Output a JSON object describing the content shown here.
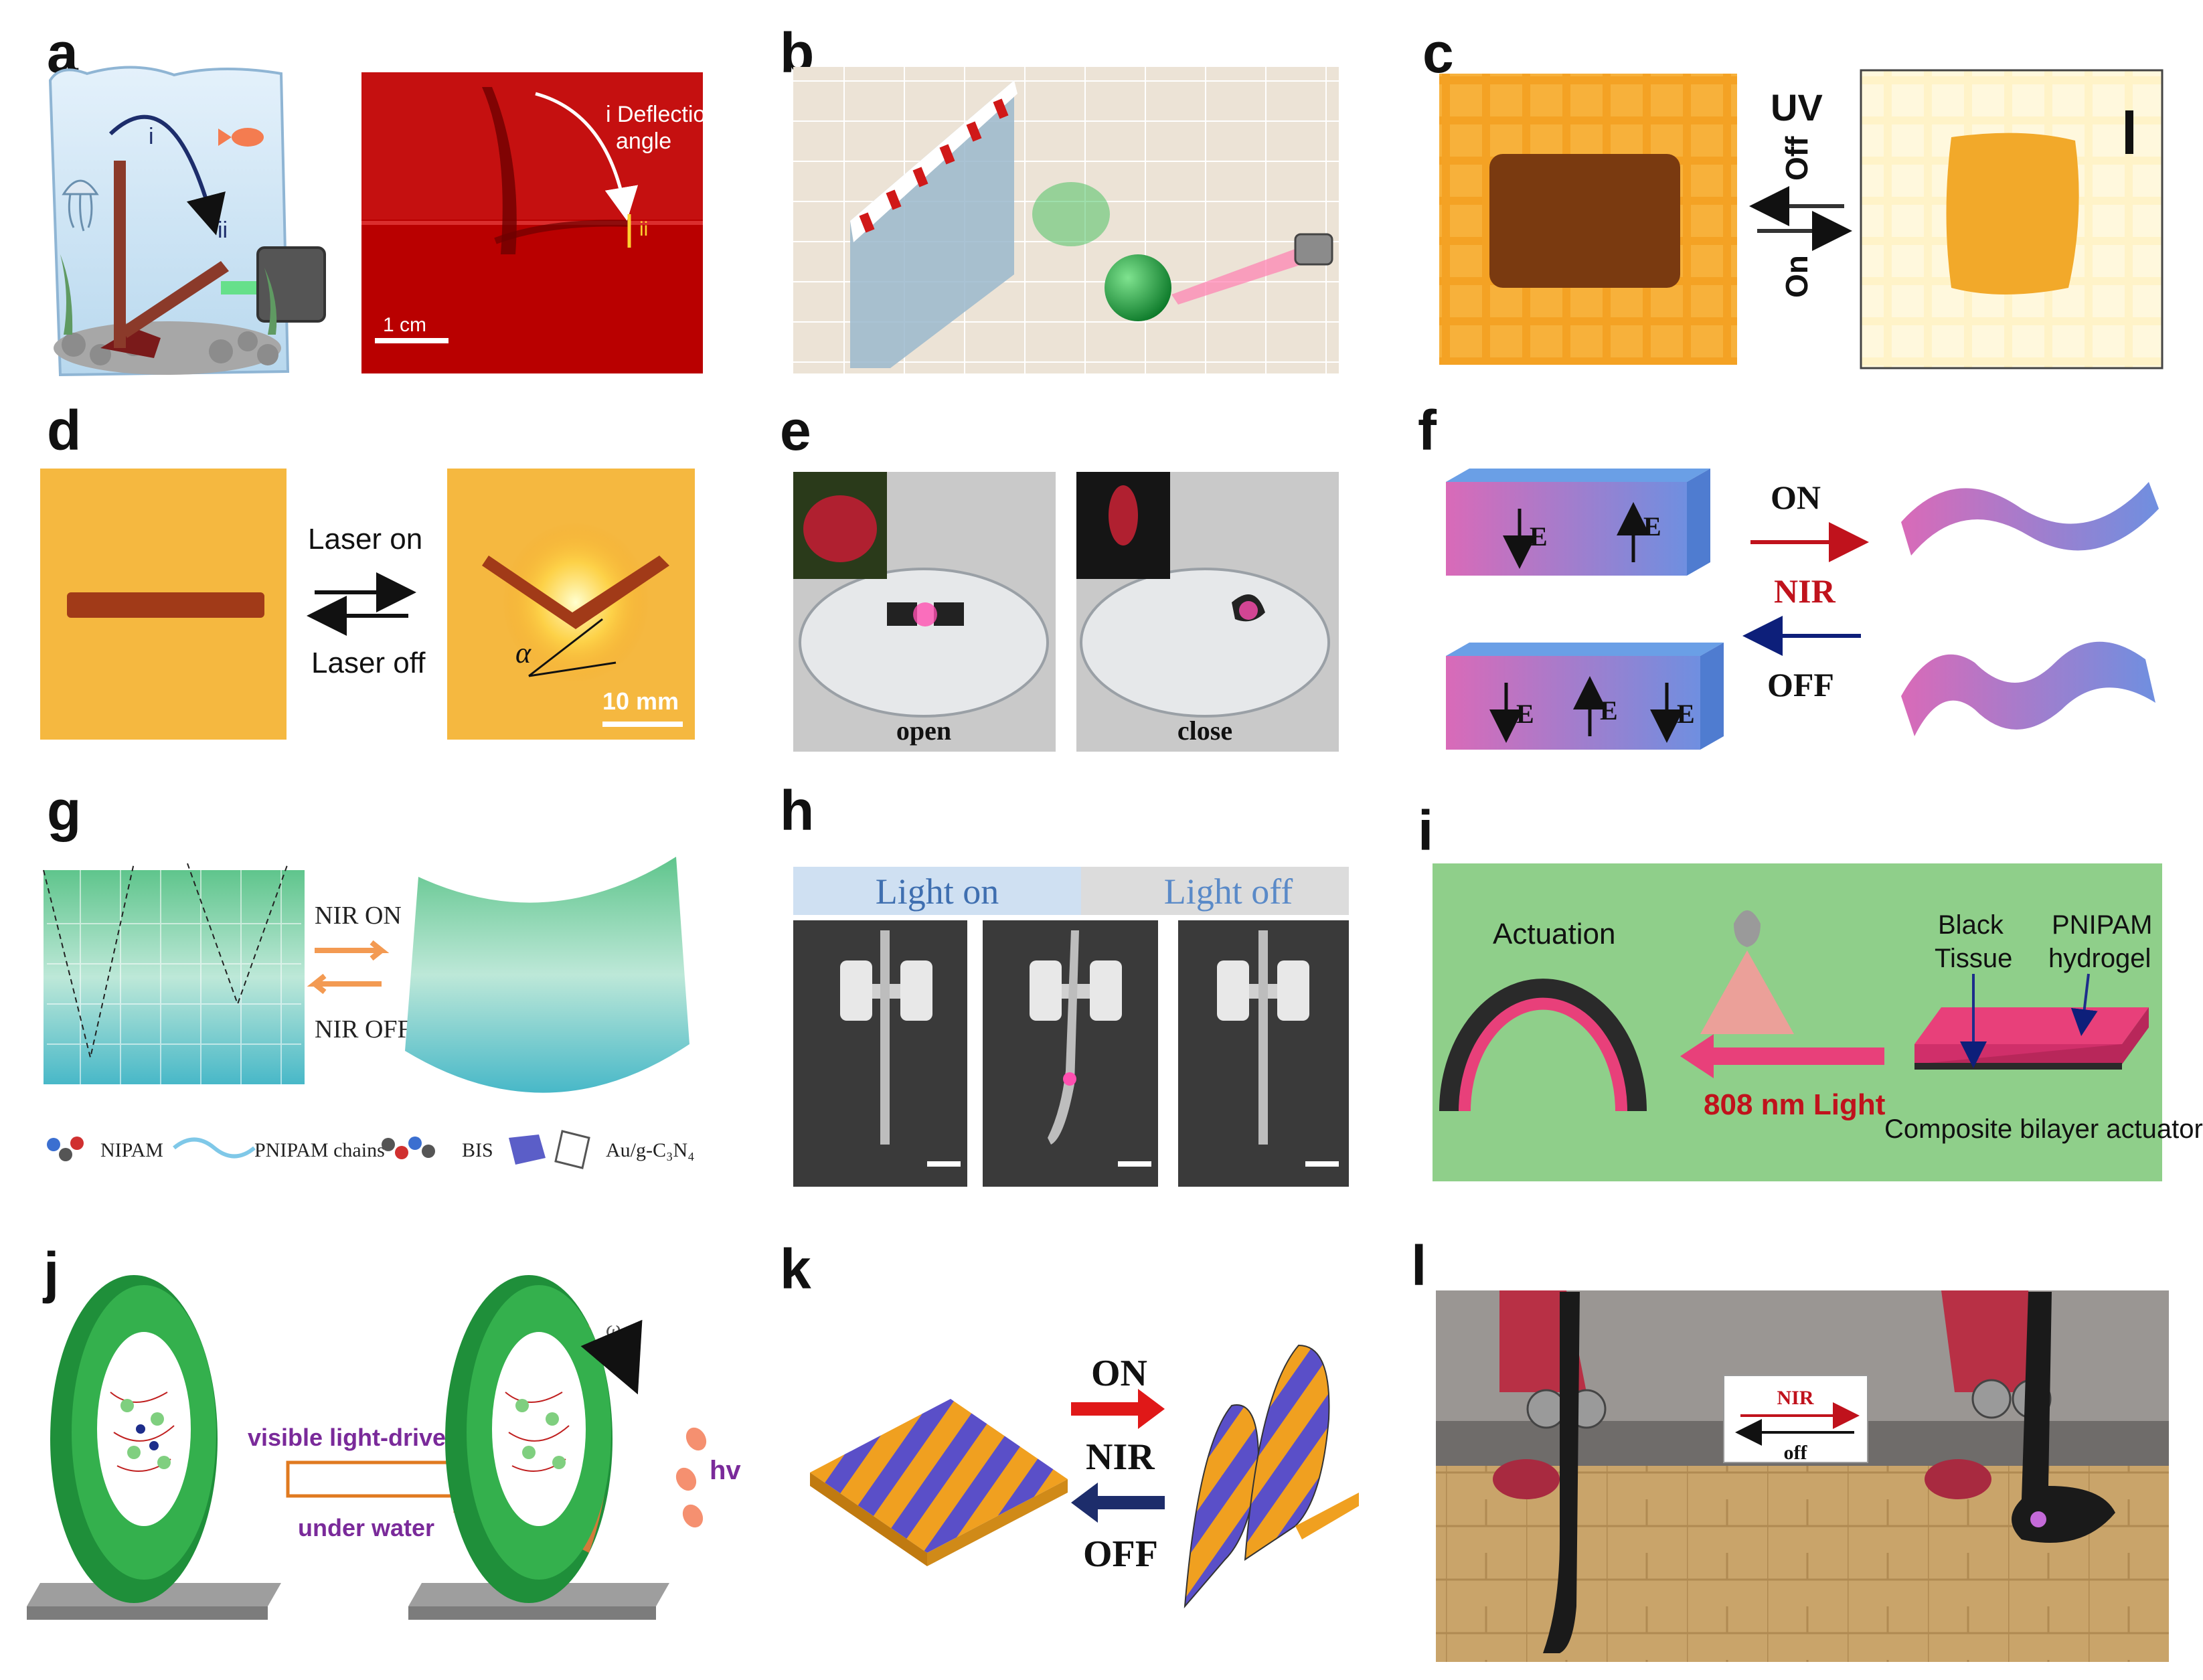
{
  "panels": [
    {
      "id": "a",
      "label": "a",
      "texts": {
        "arc_i": "i",
        "arc_ii": "ii",
        "deflection": "i Deflection",
        "angle": "angle",
        "ii_marker": "ii",
        "scale": "1 cm"
      }
    },
    {
      "id": "b",
      "label": "b"
    },
    {
      "id": "c",
      "label": "c",
      "texts": {
        "uv": "UV",
        "off": "Off",
        "on": "On"
      }
    },
    {
      "id": "d",
      "label": "d",
      "texts": {
        "laser_on": "Laser on",
        "laser_off": "Laser off",
        "alpha": "α",
        "scale": "10 mm"
      }
    },
    {
      "id": "e",
      "label": "e",
      "texts": {
        "open": "open",
        "close": "close"
      }
    },
    {
      "id": "f",
      "label": "f",
      "texts": {
        "on": "ON",
        "nir": "NIR",
        "off": "OFF",
        "e": "E"
      }
    },
    {
      "id": "g",
      "label": "g",
      "texts": {
        "nir_on": "NIR ON",
        "nir_off": "NIR OFF",
        "nipam": "NIPAM",
        "chains": "PNIPAM chains",
        "bis": "BIS",
        "au": "Au/g-C₃N₄"
      }
    },
    {
      "id": "h",
      "label": "h",
      "texts": {
        "light_on": "Light on",
        "light_off": "Light off"
      }
    },
    {
      "id": "i",
      "label": "i",
      "texts": {
        "actuation": "Actuation",
        "black": "Black",
        "tissue": "Tissue",
        "pnipam": "PNIPAM",
        "hydrogel": "hydrogel",
        "light": "808 nm Light",
        "composite": "Composite bilayer actuator"
      }
    },
    {
      "id": "j",
      "label": "j",
      "texts": {
        "rolling": "visible light-driven rolling",
        "under_water": "under water",
        "hv": "hv",
        "omega": "ω"
      }
    },
    {
      "id": "k",
      "label": "k",
      "texts": {
        "on": "ON",
        "nir": "NIR",
        "off": "OFF"
      }
    },
    {
      "id": "l",
      "label": "l",
      "texts": {
        "nir": "NIR",
        "off": "off"
      }
    }
  ],
  "colors": {
    "red_photo": "#c00000",
    "orange": "#f5a623",
    "green_bg": "#8fcf8a",
    "pink": "#e8407a",
    "blue": "#4a90e2",
    "hydrogel_green": "#2e9e5b",
    "dark_green": "#1a8f3a"
  }
}
